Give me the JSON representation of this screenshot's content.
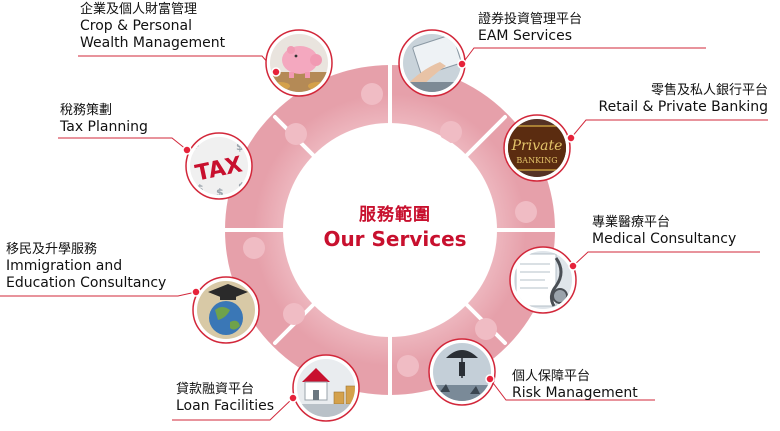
{
  "center": {
    "title_zh": "服務範圍",
    "title_en": "Our Services"
  },
  "colors": {
    "ring": "#e8a9b1",
    "accent": "#c8102e",
    "line": "#d2273a",
    "pin": "#e6223a"
  },
  "services": [
    {
      "zh": "企業及個人財富管理",
      "en_lines": [
        "Crop & Personal",
        "Wealth Management"
      ],
      "icon": "piggy-bank-icon"
    },
    {
      "zh": "證券投資管理平台",
      "en_lines": [
        "EAM Services"
      ],
      "icon": "tablet-touch-icon"
    },
    {
      "zh": "零售及私人銀行平台",
      "en_lines": [
        "Retail & Private Banking"
      ],
      "icon": "private-banking-icon",
      "badge_lines": [
        "Private",
        "BANKING"
      ]
    },
    {
      "zh": "專業醫療平台",
      "en_lines": [
        "Medical Consultancy"
      ],
      "icon": "stethoscope-icon"
    },
    {
      "zh": "個人保障平台",
      "en_lines": [
        "Risk Management"
      ],
      "icon": "umbrella-shark-icon"
    },
    {
      "zh": "貸款融資平台",
      "en_lines": [
        "Loan Facilities"
      ],
      "icon": "house-coins-icon"
    },
    {
      "zh": "移民及升學服務",
      "en_lines": [
        "Immigration and",
        "Education Consultancy"
      ],
      "icon": "globe-mortarboard-icon"
    },
    {
      "zh": "稅務策劃",
      "en_lines": [
        "Tax Planning"
      ],
      "icon": "tax-dollar-icon",
      "badge_lines": [
        "TAX"
      ]
    }
  ]
}
